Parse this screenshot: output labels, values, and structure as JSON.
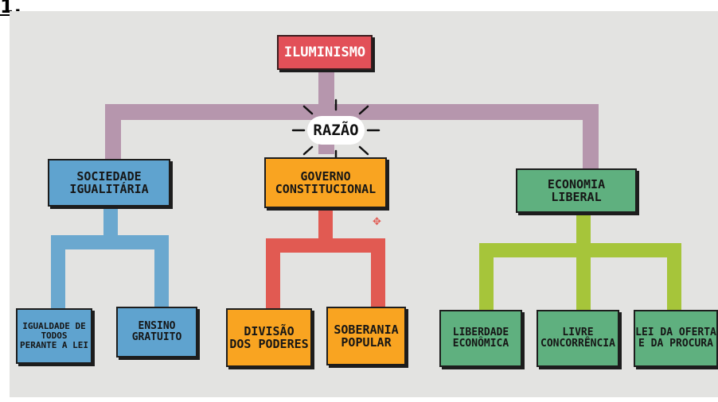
{
  "corner_label": "1.",
  "root": {
    "label": "ILUMINISMO"
  },
  "center": {
    "label": "RAZÃO"
  },
  "branches": [
    {
      "label": "SOCIEDADE\nIGUALITÁRIA",
      "color": "#6ba8cf",
      "children": [
        {
          "label": "IGUALDADE DE\nTODOS\nPERANTE A LEI"
        },
        {
          "label": "ENSINO\nGRATUITO"
        }
      ]
    },
    {
      "label": "GOVERNO\nCONSTITUCIONAL",
      "color": "#f9a421",
      "children": [
        {
          "label": "DIVISÃO\nDOS PODERES"
        },
        {
          "label": "SOBERANIA\nPOPULAR"
        }
      ]
    },
    {
      "label": "ECONOMIA\nLIBERAL",
      "color": "#5fb07f",
      "children": [
        {
          "label": "LIBERDADE\nECONÔMICA"
        },
        {
          "label": "LIVRE\nCONCORRÊNCIA"
        },
        {
          "label": "LEI DA OFERTA\nE DA PROCURA"
        }
      ]
    }
  ],
  "colors": {
    "title": "#e25058",
    "purple_connector": "#b696ad",
    "blue_connector": "#6ba8cf",
    "red_connector": "#e15a52",
    "green_connector": "#a6c53a",
    "background": "#e3e3e1"
  }
}
